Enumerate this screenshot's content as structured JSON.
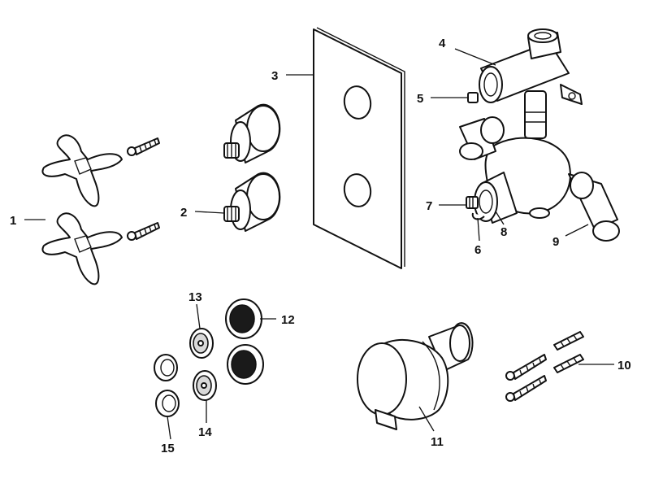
{
  "callouts": {
    "c1": "1",
    "c2": "2",
    "c3": "3",
    "c4": "4",
    "c5": "5",
    "c6": "6",
    "c7": "7",
    "c8": "8",
    "c9": "9",
    "c10": "10",
    "c11": "11",
    "c12": "12",
    "c13": "13",
    "c14": "14",
    "c15": "15"
  },
  "colors": {
    "line": "#111111",
    "background": "#ffffff",
    "fill_dark": "#1a1a1a"
  }
}
